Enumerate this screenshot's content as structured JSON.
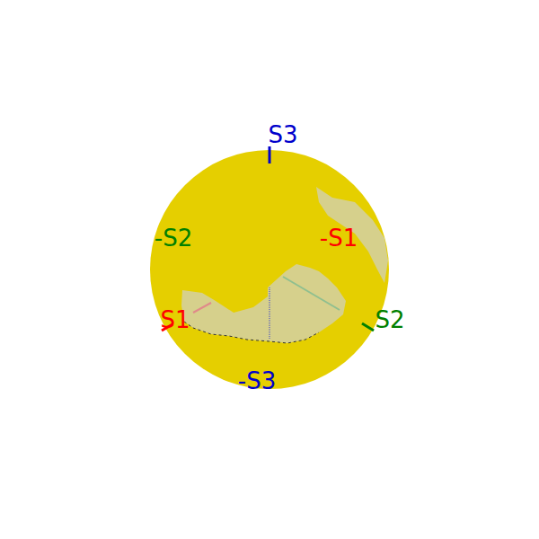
{
  "diagram": {
    "labels": [
      "S3",
      "-S2",
      "-S1",
      "S1",
      "S2",
      "-S3"
    ]
  }
}
